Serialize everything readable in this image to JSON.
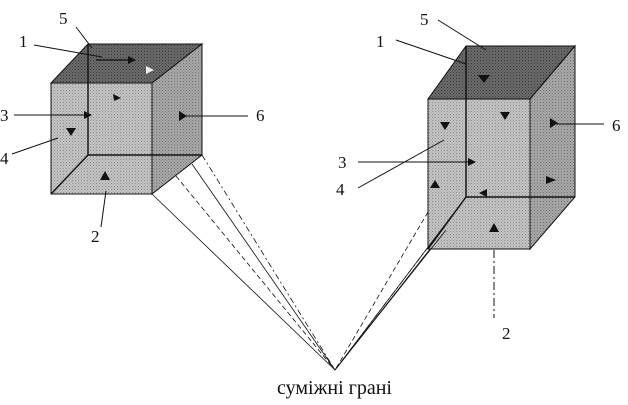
{
  "caption": "суміжні грані",
  "left_cube": {
    "labels": {
      "l1": "1",
      "l2": "2",
      "l3": "3",
      "l4": "4",
      "l5": "5",
      "l6": "6"
    }
  },
  "right_cube": {
    "labels": {
      "l1": "1",
      "l2": "2",
      "l3": "3",
      "l4": "4",
      "l5": "5",
      "l6": "6"
    }
  },
  "colors": {
    "ink": "#111111",
    "face_light": "#bdbdbd",
    "face_mid": "#9c9c9c",
    "face_dark": "#585858"
  }
}
